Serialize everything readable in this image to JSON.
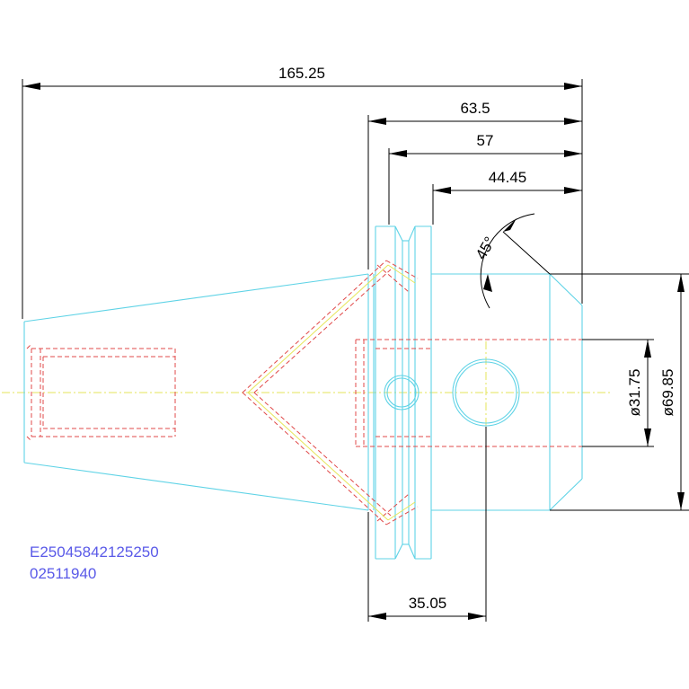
{
  "dimensions": {
    "overall_length": "165.25",
    "flange_length": "63.5",
    "flange_inner": "57",
    "flange_short": "44.45",
    "angle": "45°",
    "bore_diameter": "ø31.75",
    "outer_diameter": "ø69.85",
    "hole_offset": "35.05"
  },
  "part_reference": {
    "code": "E25045842125250",
    "number": "02511940"
  },
  "colors": {
    "outline": "#5fd3e6",
    "hidden": "#e04848",
    "centerline": "#e6e65a",
    "dimension": "#000000",
    "reference_text": "#5a5ae8"
  }
}
